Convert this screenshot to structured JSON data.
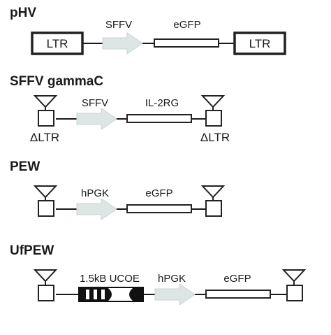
{
  "diagram": {
    "constructs": [
      {
        "title": "pHV",
        "left_ltr": "LTR",
        "right_ltr": "LTR",
        "promoter": "SFFV",
        "gene": "eGFP"
      },
      {
        "title": "SFFV gammaC",
        "left_ltr": "ΔLTR",
        "right_ltr": "ΔLTR",
        "promoter": "SFFV",
        "gene": "IL-2RG"
      },
      {
        "title": "PEW",
        "promoter": "hPGK",
        "gene": "eGFP"
      },
      {
        "title": "UfPEW",
        "ucoe": "1.5kB UCOE",
        "promoter": "hPGK",
        "gene": "eGFP"
      }
    ]
  }
}
